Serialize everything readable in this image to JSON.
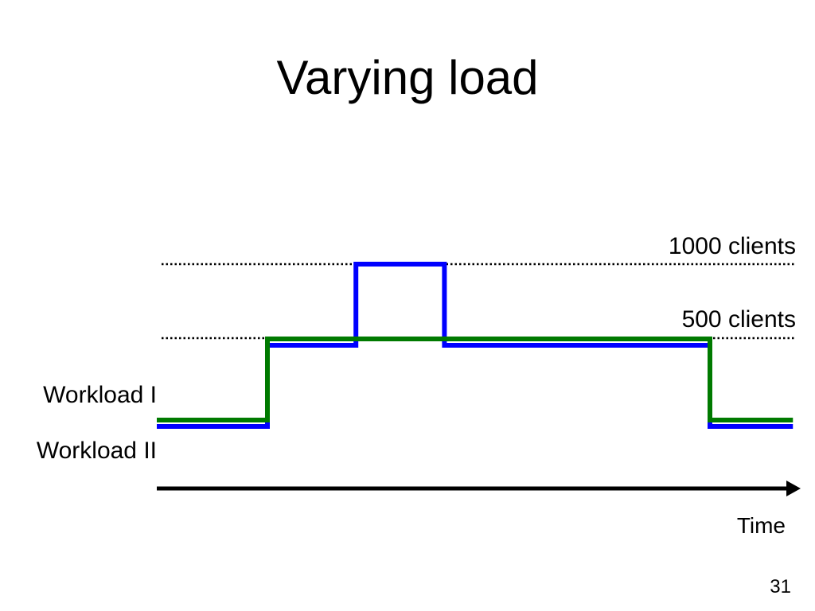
{
  "slide": {
    "title": "Varying load",
    "number": "31"
  },
  "chart_data": {
    "type": "line",
    "title": "Varying load",
    "xlabel": "Time",
    "ylabel": "",
    "grid": false,
    "ylim": [
      0,
      1000
    ],
    "reference_lines": [
      {
        "label": "1000 clients",
        "y": 1000
      },
      {
        "label": "500 clients",
        "y": 500
      }
    ],
    "series_labels": [
      "Workload I",
      "Workload II"
    ],
    "series": [
      {
        "name": "Workload I",
        "color": "#007a00",
        "x": [
          0,
          1,
          1,
          5,
          5,
          5.75
        ],
        "y": [
          0,
          0,
          500,
          500,
          0,
          0
        ]
      },
      {
        "name": "Workload II",
        "color": "#0000ff",
        "x": [
          0,
          1,
          1,
          1.8,
          1.8,
          2.6,
          2.6,
          5,
          5,
          5.75
        ],
        "y": [
          0,
          0,
          500,
          500,
          1000,
          1000,
          500,
          500,
          0,
          0
        ]
      }
    ]
  }
}
